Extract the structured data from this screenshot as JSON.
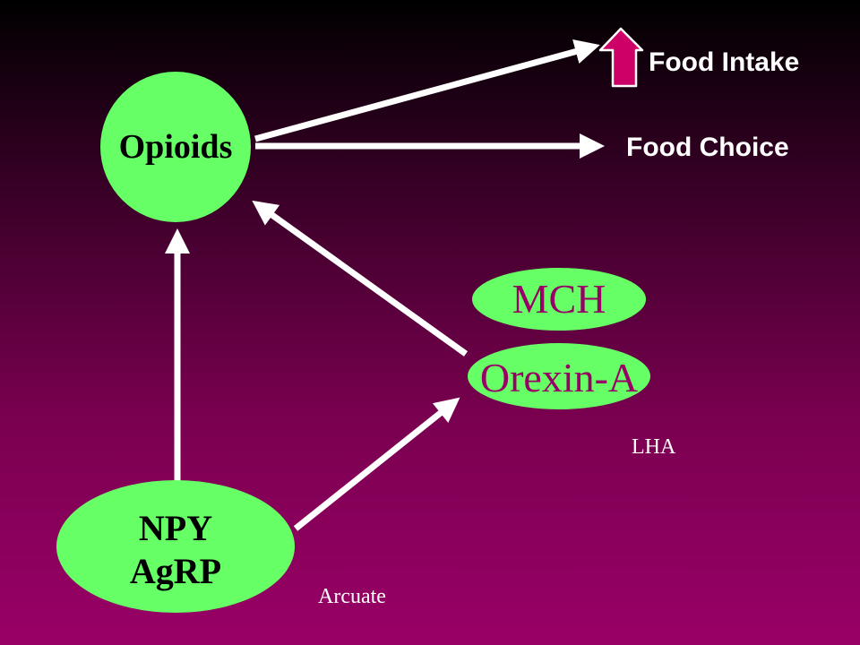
{
  "nodes": {
    "opioids": "Opioids",
    "mch": "MCH",
    "orexin": "Orexin-A",
    "npy_line1": "NPY",
    "npy_line2": "AgRP"
  },
  "outputs": {
    "food_intake": "Food Intake",
    "food_choice": "Food Choice"
  },
  "regions": {
    "lha": "LHA",
    "arcuate": "Arcuate"
  },
  "colors": {
    "node_fill": "#66ff66",
    "up_arrow_fill": "#cc0066",
    "arrow_stroke": "#ffffff",
    "hypothalamic_text": "#990066"
  }
}
